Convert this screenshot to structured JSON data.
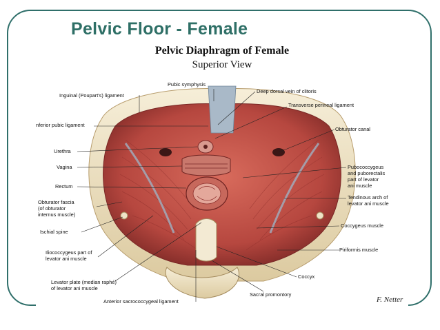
{
  "slide": {
    "title": "Pelvic Floor - Female"
  },
  "figure": {
    "title": "Pelvic Diaphragm of Female",
    "subtitle": "Superior View",
    "labels": {
      "pubic_symphysis": "Pubic symphysis",
      "inguinal_ligament": "Inguinal (Poupart's) ligament",
      "deep_dorsal_vein": "Deep dorsal vein of clitoris",
      "transverse_perineal": "Transverse perineal ligament",
      "inferior_pubic": "nferior pubic ligament",
      "obturator_canal": "Obturator canal",
      "urethra": "Urethra",
      "vagina": "Vagina",
      "rectum": "Rectum",
      "pubococcygeus_1": "Pubococcygeus",
      "pubococcygeus_2": "and puborectalis",
      "pubococcygeus_3": "part of levator",
      "pubococcygeus_4": "ani muscle",
      "obturator_fascia_1": "Obturator fascia",
      "obturator_fascia_2": "(of obturator",
      "obturator_fascia_3": "internus muscle)",
      "tendinous_arch_1": "Tendinous arch of",
      "tendinous_arch_2": "levator ani muscle",
      "ischial_spine": "Ischial spine",
      "coccygeus": "Coccygeus muscle",
      "iliococcygeus_1": "Iliococcygeus part of",
      "iliococcygeus_2": "levator ani muscle",
      "piriformis": "Piriformis muscle",
      "coccyx": "Coccyx",
      "levator_plate_1": "Levator plate (median raphé)",
      "levator_plate_2": "of levator ani muscle",
      "sacral_promontory": "Sacral promontory",
      "anterior_sacrococcygeal": "Anterior sacrococcygeal ligament"
    },
    "signature": "F. Netter"
  },
  "colors": {
    "title": "#2e6f66",
    "frame": "#2f6f6a",
    "muscle": "#c0504a",
    "muscle_dark": "#8e2f2c",
    "fascia": "#8fa6b8",
    "bone": "#efe4c8"
  }
}
